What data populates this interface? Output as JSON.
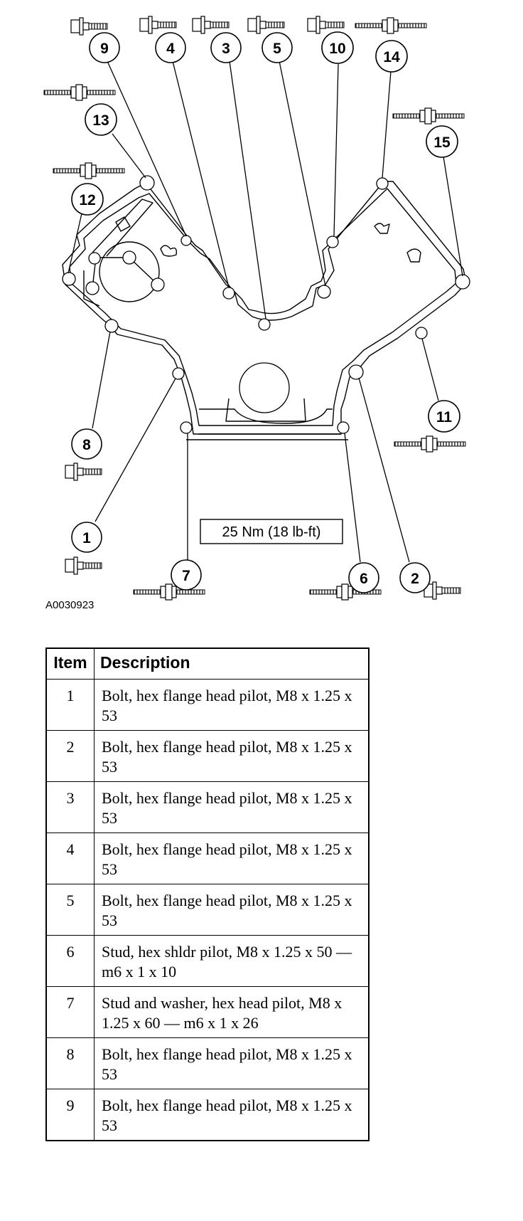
{
  "figure": {
    "id": "A0030923",
    "torque_spec": "25 Nm (18 lb-ft)",
    "callouts": [
      "1",
      "2",
      "3",
      "4",
      "5",
      "6",
      "7",
      "8",
      "9",
      "10",
      "11",
      "12",
      "13",
      "14",
      "15"
    ]
  },
  "table": {
    "headers": {
      "item": "Item",
      "description": "Description"
    },
    "rows": [
      {
        "item": "1",
        "description": "Bolt, hex flange head pilot, M8 x 1.25 x 53"
      },
      {
        "item": "2",
        "description": "Bolt, hex flange head pilot, M8 x 1.25 x 53"
      },
      {
        "item": "3",
        "description": "Bolt, hex flange head pilot, M8 x 1.25 x 53"
      },
      {
        "item": "4",
        "description": "Bolt, hex flange head pilot, M8 x 1.25 x 53"
      },
      {
        "item": "5",
        "description": "Bolt, hex flange head pilot, M8 x 1.25 x 53"
      },
      {
        "item": "6",
        "description": "Stud, hex shldr pilot, M8 x 1.25 x 50 — m6 x 1 x 10"
      },
      {
        "item": "7",
        "description": "Stud and washer, hex head pilot, M8 x 1.25 x 60 — m6 x 1 x 26"
      },
      {
        "item": "8",
        "description": "Bolt, hex flange head pilot, M8 x 1.25 x 53"
      },
      {
        "item": "9",
        "description": "Bolt, hex flange head pilot, M8 x 1.25 x 53"
      }
    ]
  }
}
